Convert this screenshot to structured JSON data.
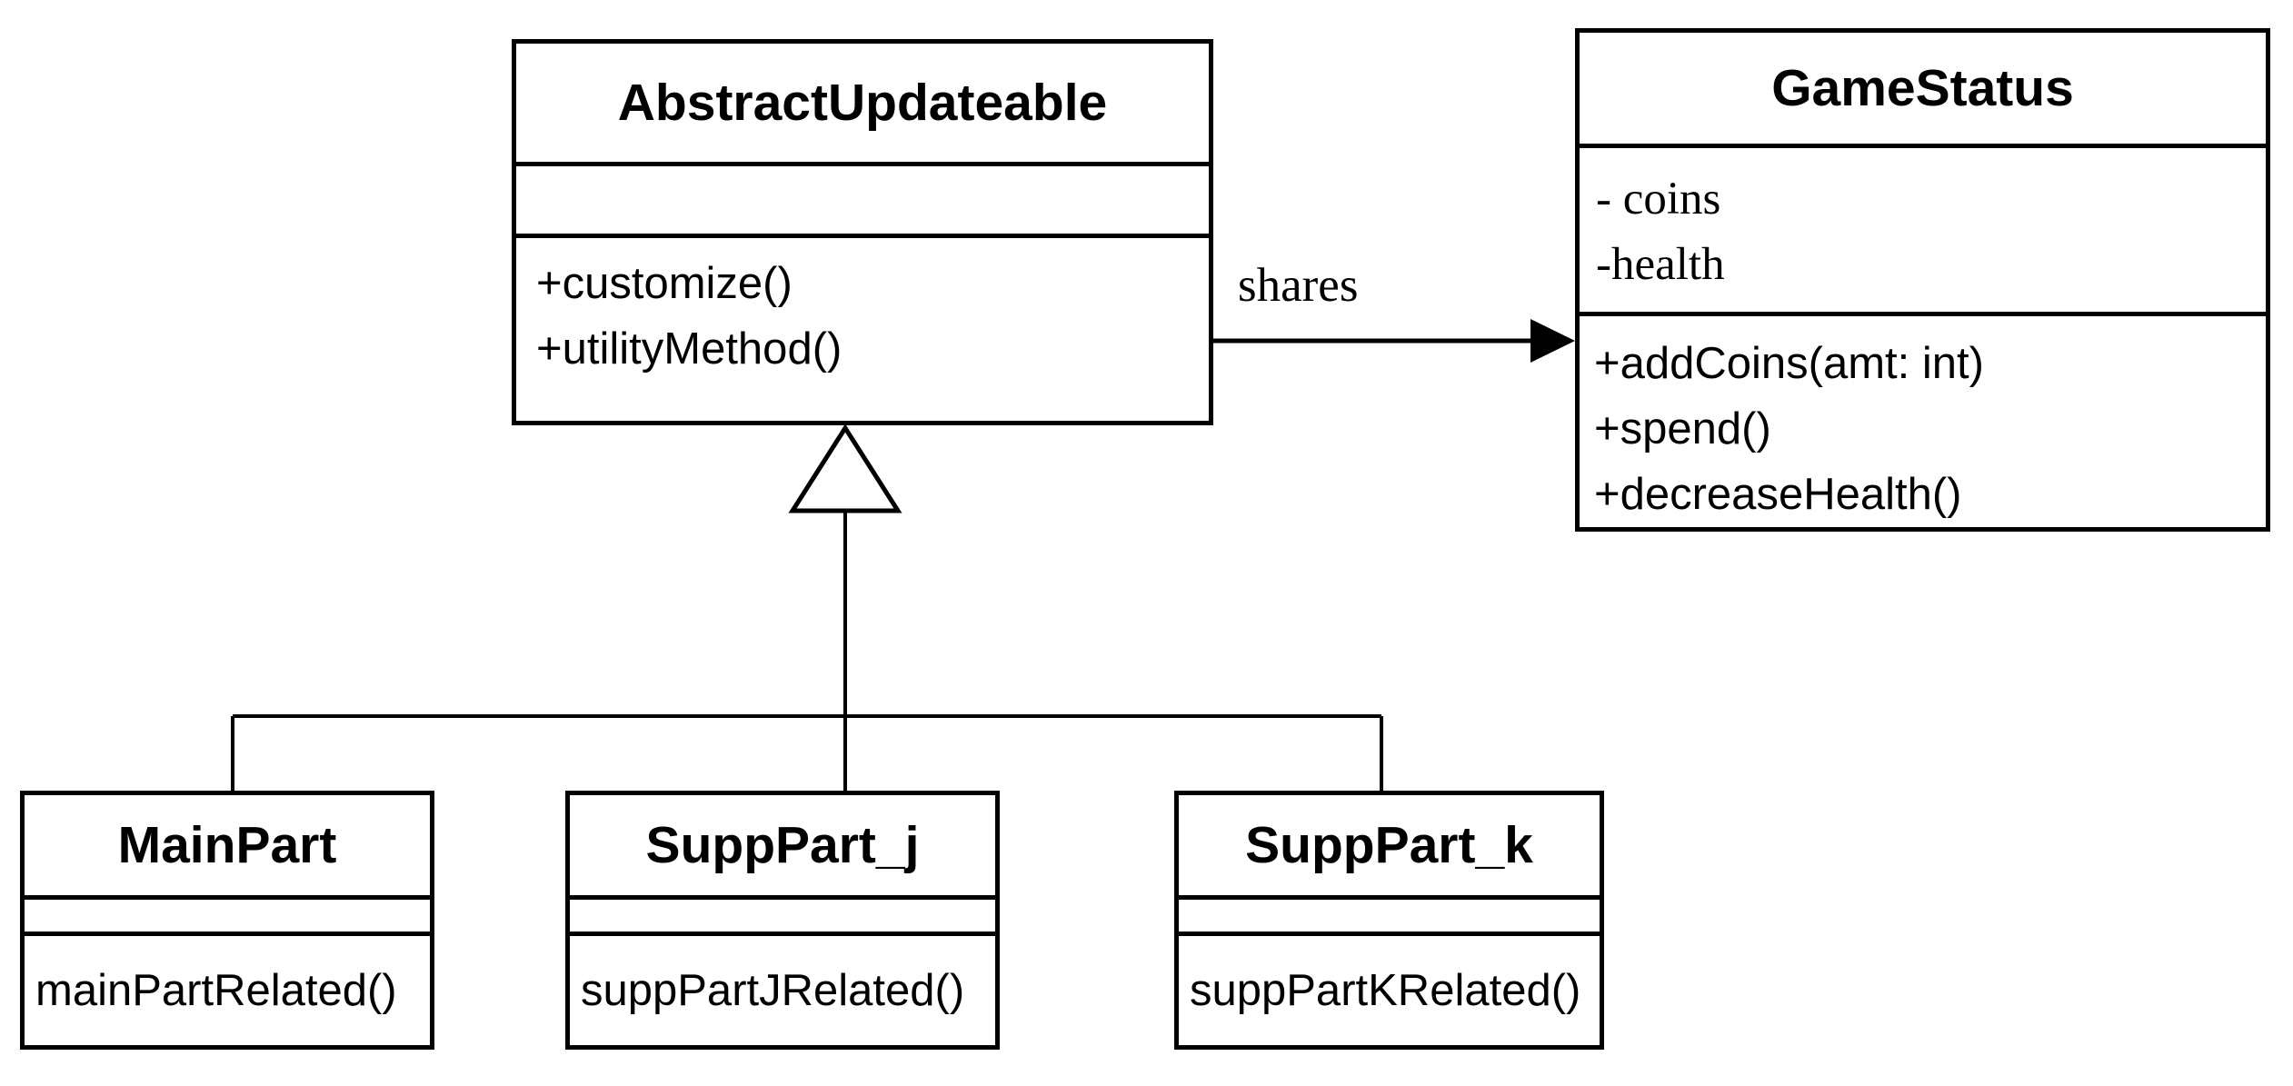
{
  "diagram": {
    "type": "uml-class-diagram",
    "background_color": "#ffffff",
    "line_color": "#000000",
    "classes": [
      {
        "name": "AbstractUpdateable",
        "attributes": [],
        "methods": [
          "+customize()",
          "+utilityMethod()"
        ]
      },
      {
        "name": "GameStatus",
        "attributes": [
          "- coins",
          "-health"
        ],
        "methods": [
          "+addCoins(amt: int)",
          "+spend()",
          "+decreaseHealth()"
        ]
      },
      {
        "name": "MainPart",
        "attributes": [],
        "methods": [
          "mainPartRelated()"
        ]
      },
      {
        "name": "SuppPart_j",
        "attributes": [],
        "methods": [
          "suppPartJRelated()"
        ]
      },
      {
        "name": "SuppPart_k",
        "attributes": [],
        "methods": [
          "suppPartKRelated()"
        ]
      }
    ],
    "relationships": [
      {
        "type": "directed-association",
        "from": "AbstractUpdateable",
        "to": "GameStatus",
        "label": "shares"
      },
      {
        "type": "generalization",
        "parent": "AbstractUpdateable",
        "children": [
          "MainPart",
          "SuppPart_j",
          "SuppPart_k"
        ]
      }
    ]
  }
}
